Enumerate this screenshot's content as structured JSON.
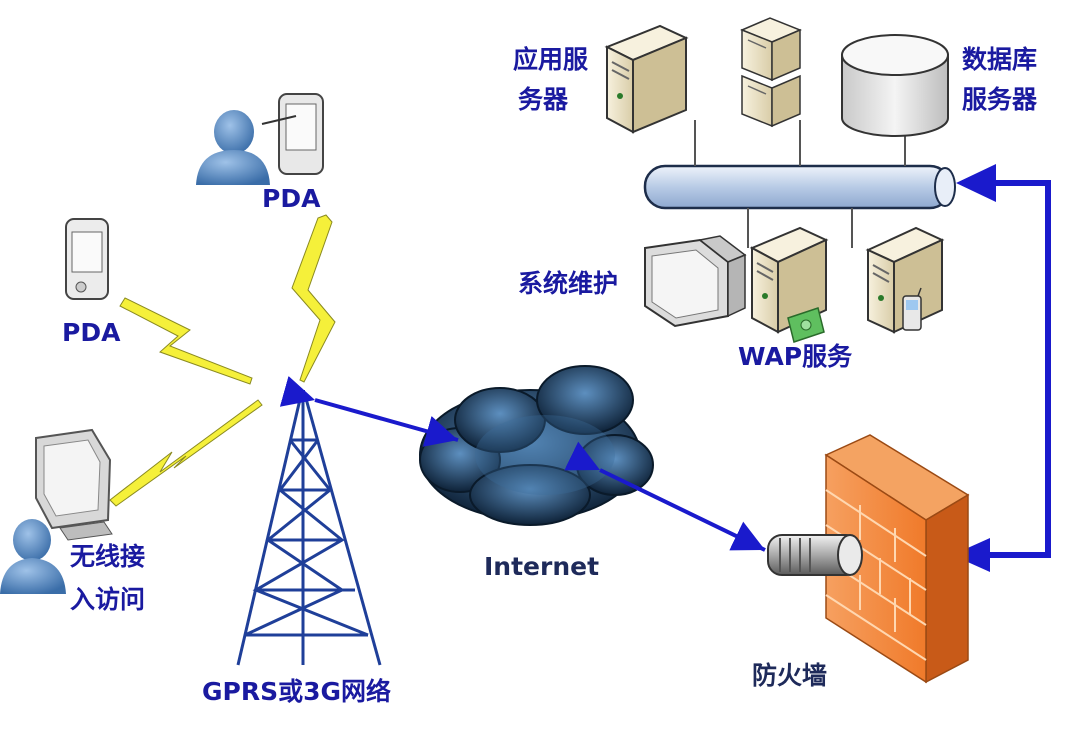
{
  "labels": {
    "pda_top": "PDA",
    "pda_left": "PDA",
    "wireless_line1": "无线接",
    "wireless_line2": "入访问",
    "network": "GPRS或3G网络",
    "internet": "Internet",
    "firewall": "防火墙",
    "app_server_line1": "应用服",
    "app_server_line2": "务器",
    "db_server_line1": "数据库",
    "db_server_line2": "服务器",
    "maintenance": "系统维护",
    "wap_service": "WAP服务"
  },
  "colors": {
    "label_blue": "#1a1aa0",
    "arrow_blue": "#1a1acc",
    "lightning_yellow": "#f5f03a",
    "firewall_orange": "#f07a2a",
    "server_beige": "#ece3c8",
    "bus_blue": "#c8d8ef",
    "cloud_dark": "#1c3a5a"
  }
}
